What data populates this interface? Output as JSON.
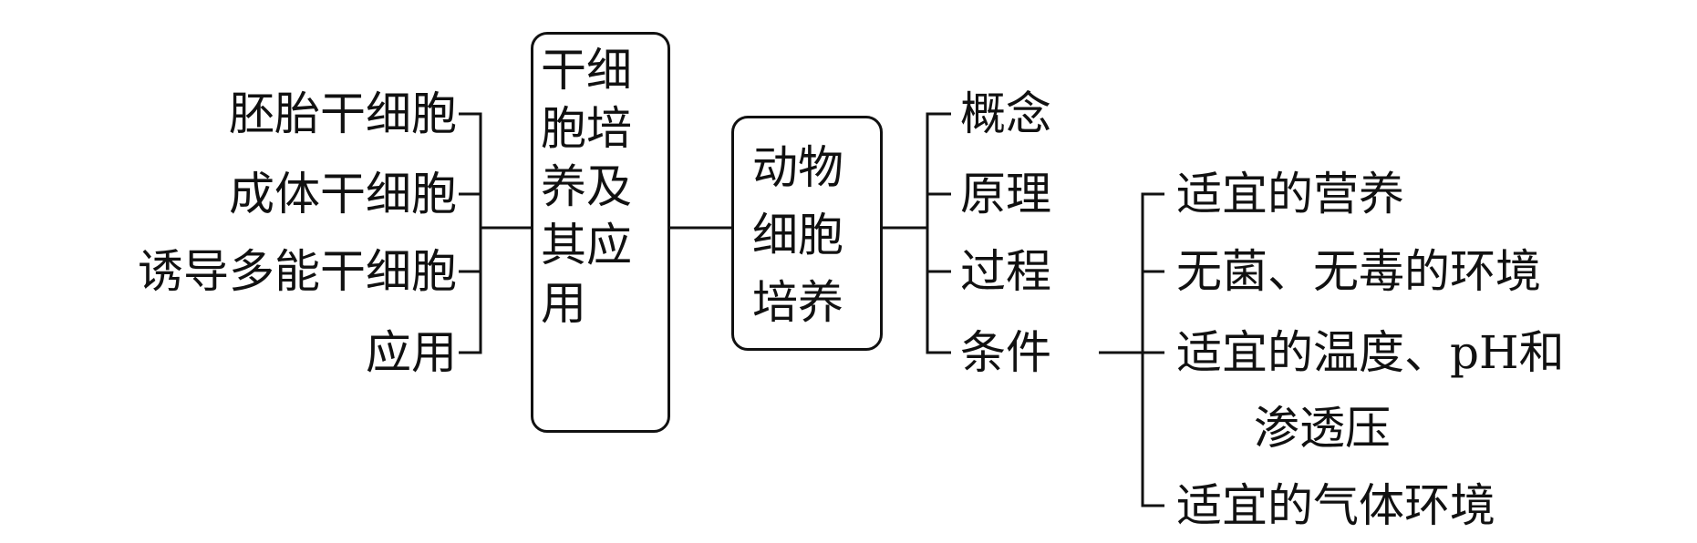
{
  "left_items": [
    "胚胎干细胞",
    "成体干细胞",
    "诱导多能干细胞",
    "应用"
  ],
  "box1": {
    "lines": [
      "干细",
      "胞培",
      "养及",
      "其应",
      "用"
    ]
  },
  "box2": {
    "lines": [
      "动物",
      "细胞",
      "培养"
    ]
  },
  "middle_items": [
    "概念",
    "原理",
    "过程",
    "条件"
  ],
  "conditions": [
    "适宜的营养",
    "无菌、无毒的环境",
    "适宜的温度、pH和",
    "渗透压",
    "适宜的气体环境"
  ]
}
